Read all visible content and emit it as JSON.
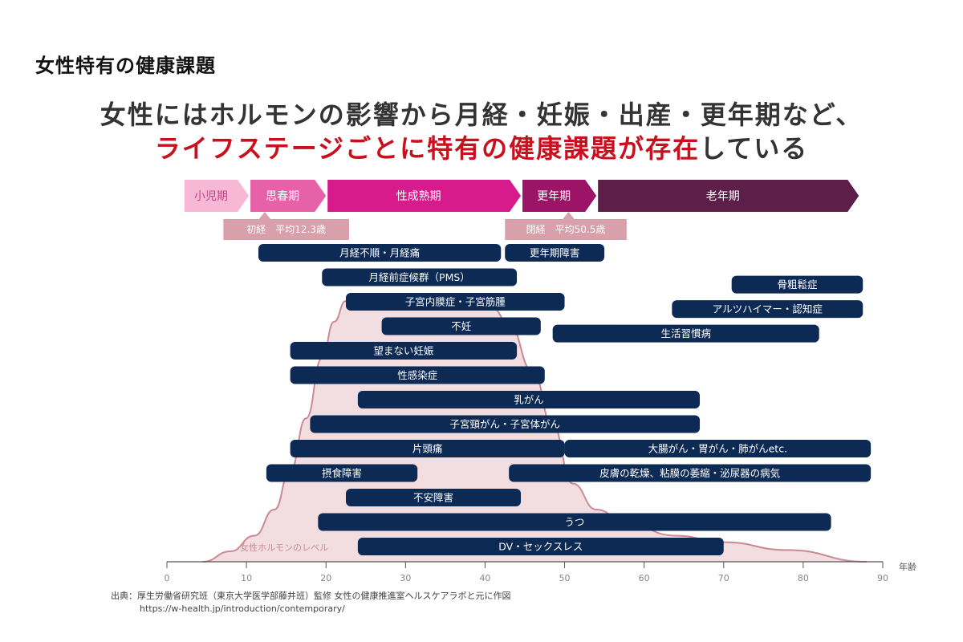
{
  "page_title": "女性特有の健康課題",
  "headline": {
    "line1": "女性にはホルモンの影響から月経・妊娠・出産・更年期など、",
    "line2_red": "ライフステージごとに特有の健康課題が存在",
    "line2_rest": "している"
  },
  "source": {
    "line1": "出典：厚生労働省研究班（東京大学医学部藤井班）監修 女性の健康推進室ヘルスケアラボと元に作図",
    "url": "https://w-health.jp/introduction/contemporary/"
  },
  "colors": {
    "navy": "#0d2a54",
    "curve_fill": "#f2dde1",
    "curve_stroke": "#c98a96",
    "marker_fill": "#d7a0aa",
    "stage_colors": [
      "#f7b8d6",
      "#e661a8",
      "#d81b8c",
      "#9c1468",
      "#5e1e4a"
    ]
  },
  "chart_data": {
    "type": "range",
    "x_axis": {
      "label": "年齢",
      "min": 0,
      "max": 90,
      "ticks": [
        0,
        10,
        20,
        30,
        40,
        50,
        60,
        70,
        80,
        90
      ]
    },
    "life_stages": [
      {
        "label": "小児期",
        "start": 2.2,
        "end": 10.3
      },
      {
        "label": "思春期",
        "start": 10.5,
        "end": 20.0
      },
      {
        "label": "性成熟期",
        "start": 20.2,
        "end": 44.5
      },
      {
        "label": "更年期",
        "start": 44.7,
        "end": 54.0
      },
      {
        "label": "老年期",
        "start": 54.2,
        "end": 87.0
      }
    ],
    "markers": [
      {
        "label": "初経　平均12.3歳",
        "age": 12.3,
        "box_start": 7.1,
        "box_end": 22.9
      },
      {
        "label": "閉経　平均50.5歳",
        "age": 50.5,
        "box_start": 42.5,
        "box_end": 57.8
      }
    ],
    "conditions": [
      {
        "label": "月経不順・月経痛",
        "start": 11.5,
        "end": 42.0,
        "row": 0
      },
      {
        "label": "更年期障害",
        "start": 42.5,
        "end": 55.0,
        "row": 0
      },
      {
        "label": "月経前症候群（PMS）",
        "start": 19.5,
        "end": 44.0,
        "row": 1
      },
      {
        "label": "骨粗鬆症",
        "start": 71.0,
        "end": 87.5,
        "row": 1.3
      },
      {
        "label": "子宮内膜症・子宮筋腫",
        "start": 22.5,
        "end": 50.0,
        "row": 2
      },
      {
        "label": "アルツハイマー・認知症",
        "start": 63.5,
        "end": 87.5,
        "row": 2.3
      },
      {
        "label": "不妊",
        "start": 27.0,
        "end": 47.0,
        "row": 3
      },
      {
        "label": "生活習慣病",
        "start": 48.5,
        "end": 82.0,
        "row": 3.3
      },
      {
        "label": "望まない妊娠",
        "start": 15.5,
        "end": 44.0,
        "row": 4
      },
      {
        "label": "性感染症",
        "start": 15.5,
        "end": 47.5,
        "row": 5
      },
      {
        "label": "乳がん",
        "start": 24.0,
        "end": 67.0,
        "row": 6
      },
      {
        "label": "子宮頸がん・子宮体がん",
        "start": 18.0,
        "end": 67.0,
        "row": 7
      },
      {
        "label": "片頭痛",
        "start": 15.5,
        "end": 50.0,
        "row": 8
      },
      {
        "label": "大腸がん・胃がん・肺がんetc.",
        "start": 50.0,
        "end": 88.5,
        "row": 8
      },
      {
        "label": "摂食障害",
        "start": 12.5,
        "end": 31.5,
        "row": 9
      },
      {
        "label": "皮膚の乾燥、粘膜の萎縮・泌尿器の病気",
        "start": 43.0,
        "end": 88.5,
        "row": 9
      },
      {
        "label": "不安障害",
        "start": 22.5,
        "end": 44.5,
        "row": 10
      },
      {
        "label": "うつ",
        "start": 19.0,
        "end": 83.5,
        "row": 11
      },
      {
        "label": "DV・セックスレス",
        "start": 24.0,
        "end": 70.0,
        "row": 12
      }
    ],
    "hormone_curve": {
      "label": "女性ホルモンのレベル",
      "points": [
        [
          4.5,
          0.0
        ],
        [
          8,
          0.04
        ],
        [
          11,
          0.1
        ],
        [
          13.5,
          0.2
        ],
        [
          15.5,
          0.35
        ],
        [
          17.5,
          0.55
        ],
        [
          19.5,
          0.78
        ],
        [
          21,
          0.92
        ],
        [
          22.5,
          1.0
        ],
        [
          27,
          1.0
        ],
        [
          34,
          1.0
        ],
        [
          41,
          0.97
        ],
        [
          43,
          0.91
        ],
        [
          46,
          0.73
        ],
        [
          48.5,
          0.52
        ],
        [
          51,
          0.3
        ],
        [
          54,
          0.2
        ],
        [
          58,
          0.14
        ],
        [
          64,
          0.1
        ],
        [
          70,
          0.075
        ],
        [
          78,
          0.045
        ],
        [
          88,
          0.0
        ]
      ]
    }
  }
}
